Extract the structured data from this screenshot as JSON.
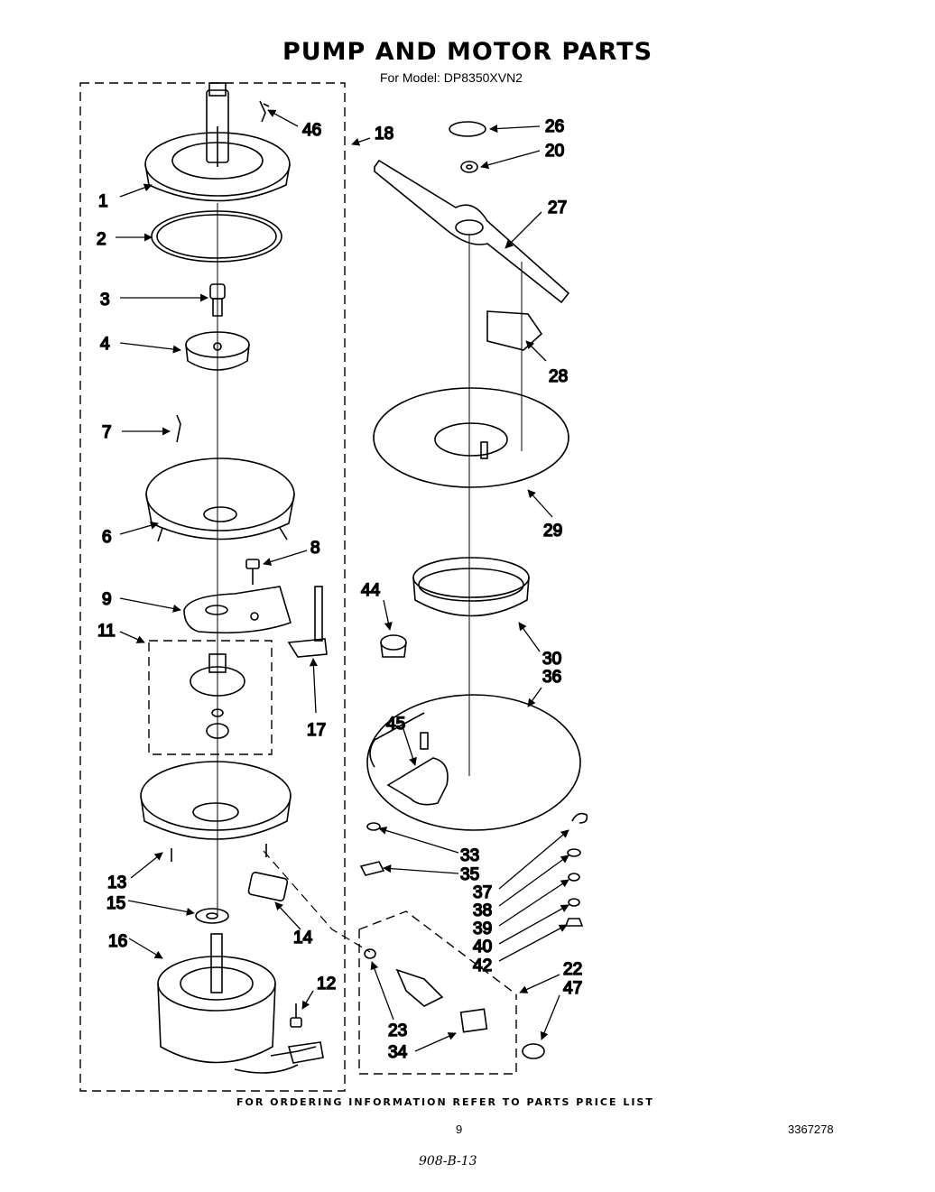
{
  "title": "PUMP AND MOTOR PARTS",
  "subtitle": "For Model: DP8350XVN2",
  "footer": "FOR ORDERING INFORMATION REFER TO PARTS PRICE LIST",
  "page_number": "9",
  "document_number": "3367278",
  "handwritten_note": "908-B-13",
  "callouts": [
    {
      "id": "c1",
      "label": "1"
    },
    {
      "id": "c2",
      "label": "2"
    },
    {
      "id": "c3",
      "label": "3"
    },
    {
      "id": "c4",
      "label": "4"
    },
    {
      "id": "c7",
      "label": "7"
    },
    {
      "id": "c6",
      "label": "6"
    },
    {
      "id": "c8",
      "label": "8"
    },
    {
      "id": "c9",
      "label": "9"
    },
    {
      "id": "c11",
      "label": "11"
    },
    {
      "id": "c17",
      "label": "17"
    },
    {
      "id": "c13",
      "label": "13"
    },
    {
      "id": "c15",
      "label": "15"
    },
    {
      "id": "c14",
      "label": "14"
    },
    {
      "id": "c16",
      "label": "16"
    },
    {
      "id": "c12",
      "label": "12"
    },
    {
      "id": "c46",
      "label": "46"
    },
    {
      "id": "c18",
      "label": "18"
    },
    {
      "id": "c26",
      "label": "26"
    },
    {
      "id": "c20",
      "label": "20"
    },
    {
      "id": "c27",
      "label": "27"
    },
    {
      "id": "c28",
      "label": "28"
    },
    {
      "id": "c29",
      "label": "29"
    },
    {
      "id": "c44",
      "label": "44"
    },
    {
      "id": "c30",
      "label": "30"
    },
    {
      "id": "c36",
      "label": "36"
    },
    {
      "id": "c45",
      "label": "45"
    },
    {
      "id": "c33",
      "label": "33"
    },
    {
      "id": "c35",
      "label": "35"
    },
    {
      "id": "c37",
      "label": "37"
    },
    {
      "id": "c38",
      "label": "38"
    },
    {
      "id": "c39",
      "label": "39"
    },
    {
      "id": "c40",
      "label": "40"
    },
    {
      "id": "c42",
      "label": "42"
    },
    {
      "id": "c22",
      "label": "22"
    },
    {
      "id": "c47",
      "label": "47"
    },
    {
      "id": "c23",
      "label": "23"
    },
    {
      "id": "c34",
      "label": "34"
    }
  ]
}
